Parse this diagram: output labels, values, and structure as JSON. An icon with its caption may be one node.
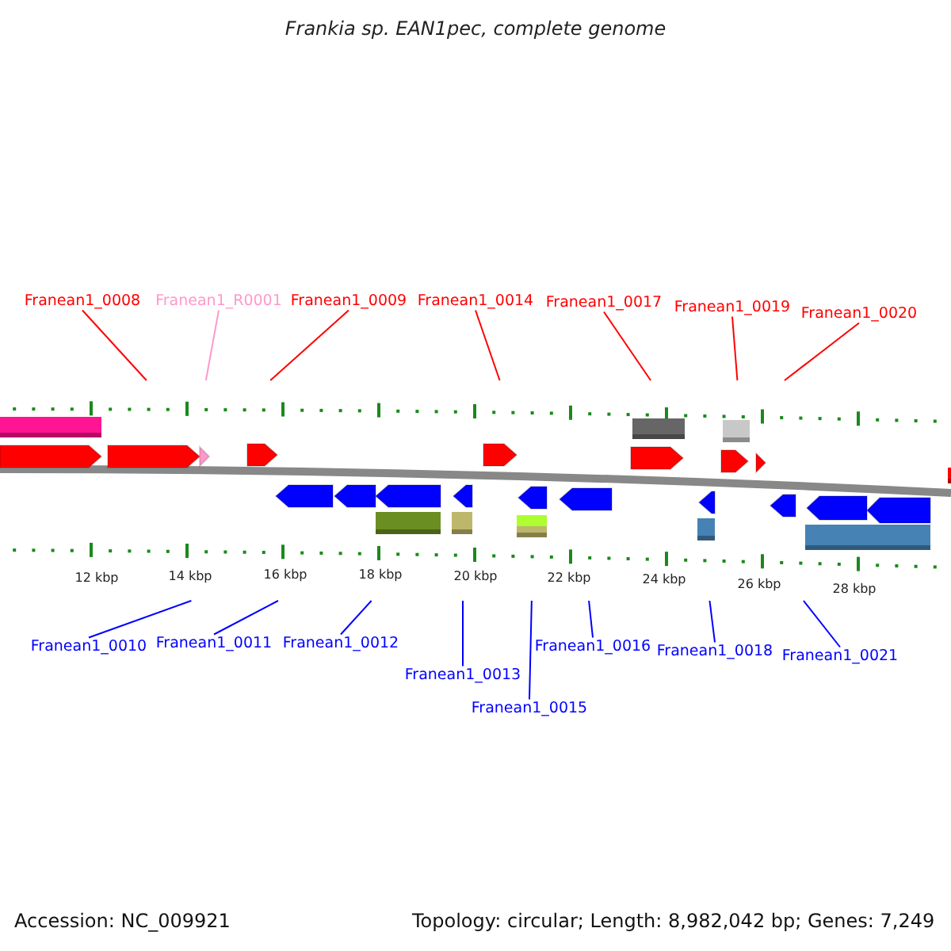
{
  "diagram": {
    "title": "Frankia sp. EAN1pec, complete genome",
    "nodes": [
      {
        "text": [
          "Franean1_0008"
        ]
      },
      {
        "text": [
          "Franean1_R0001"
        ]
      },
      {
        "text": [
          "Franean1_0009"
        ]
      },
      {
        "text": [
          "Franean1_0014"
        ]
      },
      {
        "text": [
          "Franean1_0017"
        ]
      },
      {
        "text": [
          "Franean1_0019"
        ]
      },
      {
        "text": [
          "Franean1_0020"
        ]
      },
      {
        "text": [
          "Franean1_0010"
        ]
      },
      {
        "text": [
          "Franean1_0011"
        ]
      },
      {
        "text": [
          "Franean1_0012"
        ]
      },
      {
        "text": [
          "Franean1_0013"
        ]
      },
      {
        "text": [
          "Franean1_0015"
        ]
      },
      {
        "text": [
          "Franean1_0016"
        ]
      },
      {
        "text": [
          "Franean1_0018"
        ]
      },
      {
        "text": [
          "Franean1_0021"
        ]
      }
    ],
    "edges": [
      {
        "from": 0,
        "to": null,
        "arrow": "none",
        "color": "#ff0000"
      },
      {
        "from": 1,
        "to": null,
        "arrow": "none",
        "color": "#ff99cc"
      },
      {
        "from": 2,
        "to": null,
        "arrow": "none",
        "color": "#ff0000"
      },
      {
        "from": 3,
        "to": null,
        "arrow": "none",
        "color": "#ff0000"
      },
      {
        "from": 4,
        "to": null,
        "arrow": "none",
        "color": "#ff0000"
      },
      {
        "from": 5,
        "to": null,
        "arrow": "none",
        "color": "#ff0000"
      },
      {
        "from": 6,
        "to": null,
        "arrow": "none",
        "color": "#ff0000"
      },
      {
        "from": 7,
        "to": null,
        "arrow": "none"
      },
      {
        "from": 8,
        "to": null,
        "arrow": "none"
      },
      {
        "from": 9,
        "to": null,
        "arrow": "none"
      },
      {
        "from": 10,
        "to": null,
        "arrow": "none"
      },
      {
        "from": 11,
        "to": null,
        "arrow": "none"
      },
      {
        "from": 12,
        "to": null,
        "arrow": "none"
      },
      {
        "from": 13,
        "to": null,
        "arrow": "none"
      },
      {
        "from": 14,
        "to": null,
        "arrow": "none"
      }
    ],
    "labels": [
      "12 kbp",
      "14 kbp",
      "16 kbp",
      "18 kbp",
      "20 kbp",
      "22 kbp",
      "24 kbp",
      "26 kbp",
      "28 kbp",
      "Accession: NC_009921",
      "Topology: circular; Length: 8,982,042 bp; Genes: 7,249"
    ]
  }
}
